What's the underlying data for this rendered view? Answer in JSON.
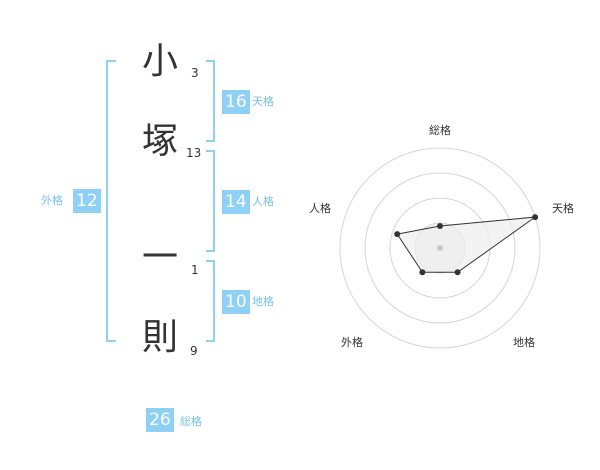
{
  "name": {
    "chars": [
      {
        "char": "小",
        "strokes": "3"
      },
      {
        "char": "塚",
        "strokes": "13"
      },
      {
        "char": "一",
        "strokes": "1"
      },
      {
        "char": "則",
        "strokes": "9"
      }
    ]
  },
  "fortunes": {
    "tenkaku": {
      "value": "16",
      "label": "天格"
    },
    "jinkaku": {
      "value": "14",
      "label": "人格"
    },
    "chikaku": {
      "value": "10",
      "label": "地格"
    },
    "gaikaku": {
      "value": "12",
      "label": "外格"
    },
    "soukaku": {
      "value": "26",
      "label": "総格"
    }
  },
  "chart_data": {
    "type": "radar",
    "axes": [
      "総格",
      "天格",
      "地格",
      "外格",
      "人格"
    ],
    "values": [
      0.22,
      1.0,
      0.3,
      0.3,
      0.45
    ],
    "range": [
      0,
      1
    ],
    "rings": 4
  },
  "colors": {
    "accent": "#8fd0f7",
    "label": "#78c2ec"
  }
}
